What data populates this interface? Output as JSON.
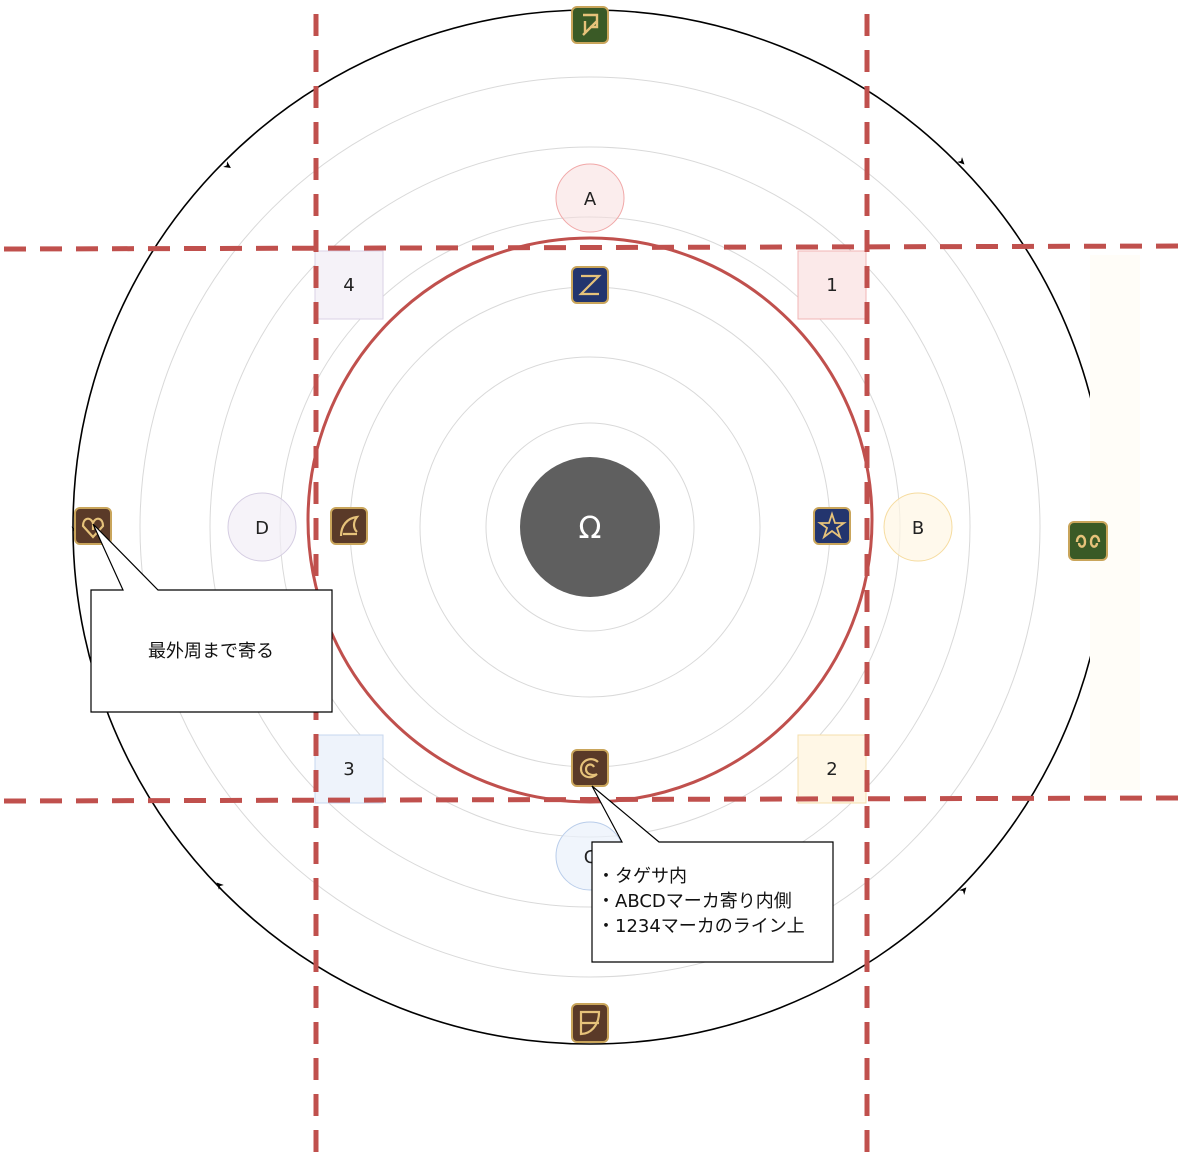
{
  "boss": {
    "symbol": "Ω",
    "fill": "#5f5f5f"
  },
  "waymarks": {
    "A": {
      "label": "A",
      "fill": "#f7dede",
      "stroke": "#f1a8a8"
    },
    "B": {
      "label": "B",
      "fill": "#fff6e4",
      "stroke": "#f6dca0"
    },
    "C": {
      "label": "C",
      "fill": "#eaf1fb",
      "stroke": "#b9cdea"
    },
    "D": {
      "label": "D",
      "fill": "#f2eef6",
      "stroke": "#d5cde2"
    },
    "1": {
      "label": "1",
      "fill": "#fbe9e9",
      "stroke": "#f2b5b5"
    },
    "2": {
      "label": "2",
      "fill": "#fff7e6",
      "stroke": "#f6dfac"
    },
    "3": {
      "label": "3",
      "fill": "#eef3fb",
      "stroke": "#c7d7ef"
    },
    "4": {
      "label": "4",
      "fill": "#f5f2f8",
      "stroke": "#dad2e6"
    }
  },
  "callouts": {
    "outer": {
      "lines": [
        "最外周まで寄る"
      ]
    },
    "inner": {
      "lines": [
        "・タゲサ内",
        "・ABCDマーカ寄り内側",
        "・1234マーカのライン上"
      ]
    }
  },
  "colors": {
    "dashed_line": "#c0504d",
    "target_circle": "#c0504d",
    "outer_ring": "#000000",
    "grid_ring": "#d9d9d9",
    "icon_brown": "#5a3a28",
    "icon_blue": "#23356e",
    "icon_green": "#3a5a26",
    "icon_gold": "#d8b36a"
  },
  "icons": {
    "top": "green-job-icon",
    "right": "green-job-icon",
    "left": "brown-job-icon",
    "bottom": "brown-job-icon",
    "inner_top": "blue-job-icon",
    "inner_right": "blue-job-icon",
    "inner_left": "brown-job-icon",
    "inner_bottom": "brown-job-icon"
  }
}
